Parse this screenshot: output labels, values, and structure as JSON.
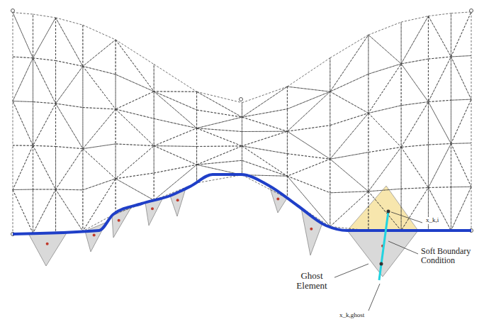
{
  "diagram": {
    "labels": [
      "Ghost Element",
      "Soft Boundary Condition",
      "x_k,i",
      "x_k,ghost"
    ]
  }
}
